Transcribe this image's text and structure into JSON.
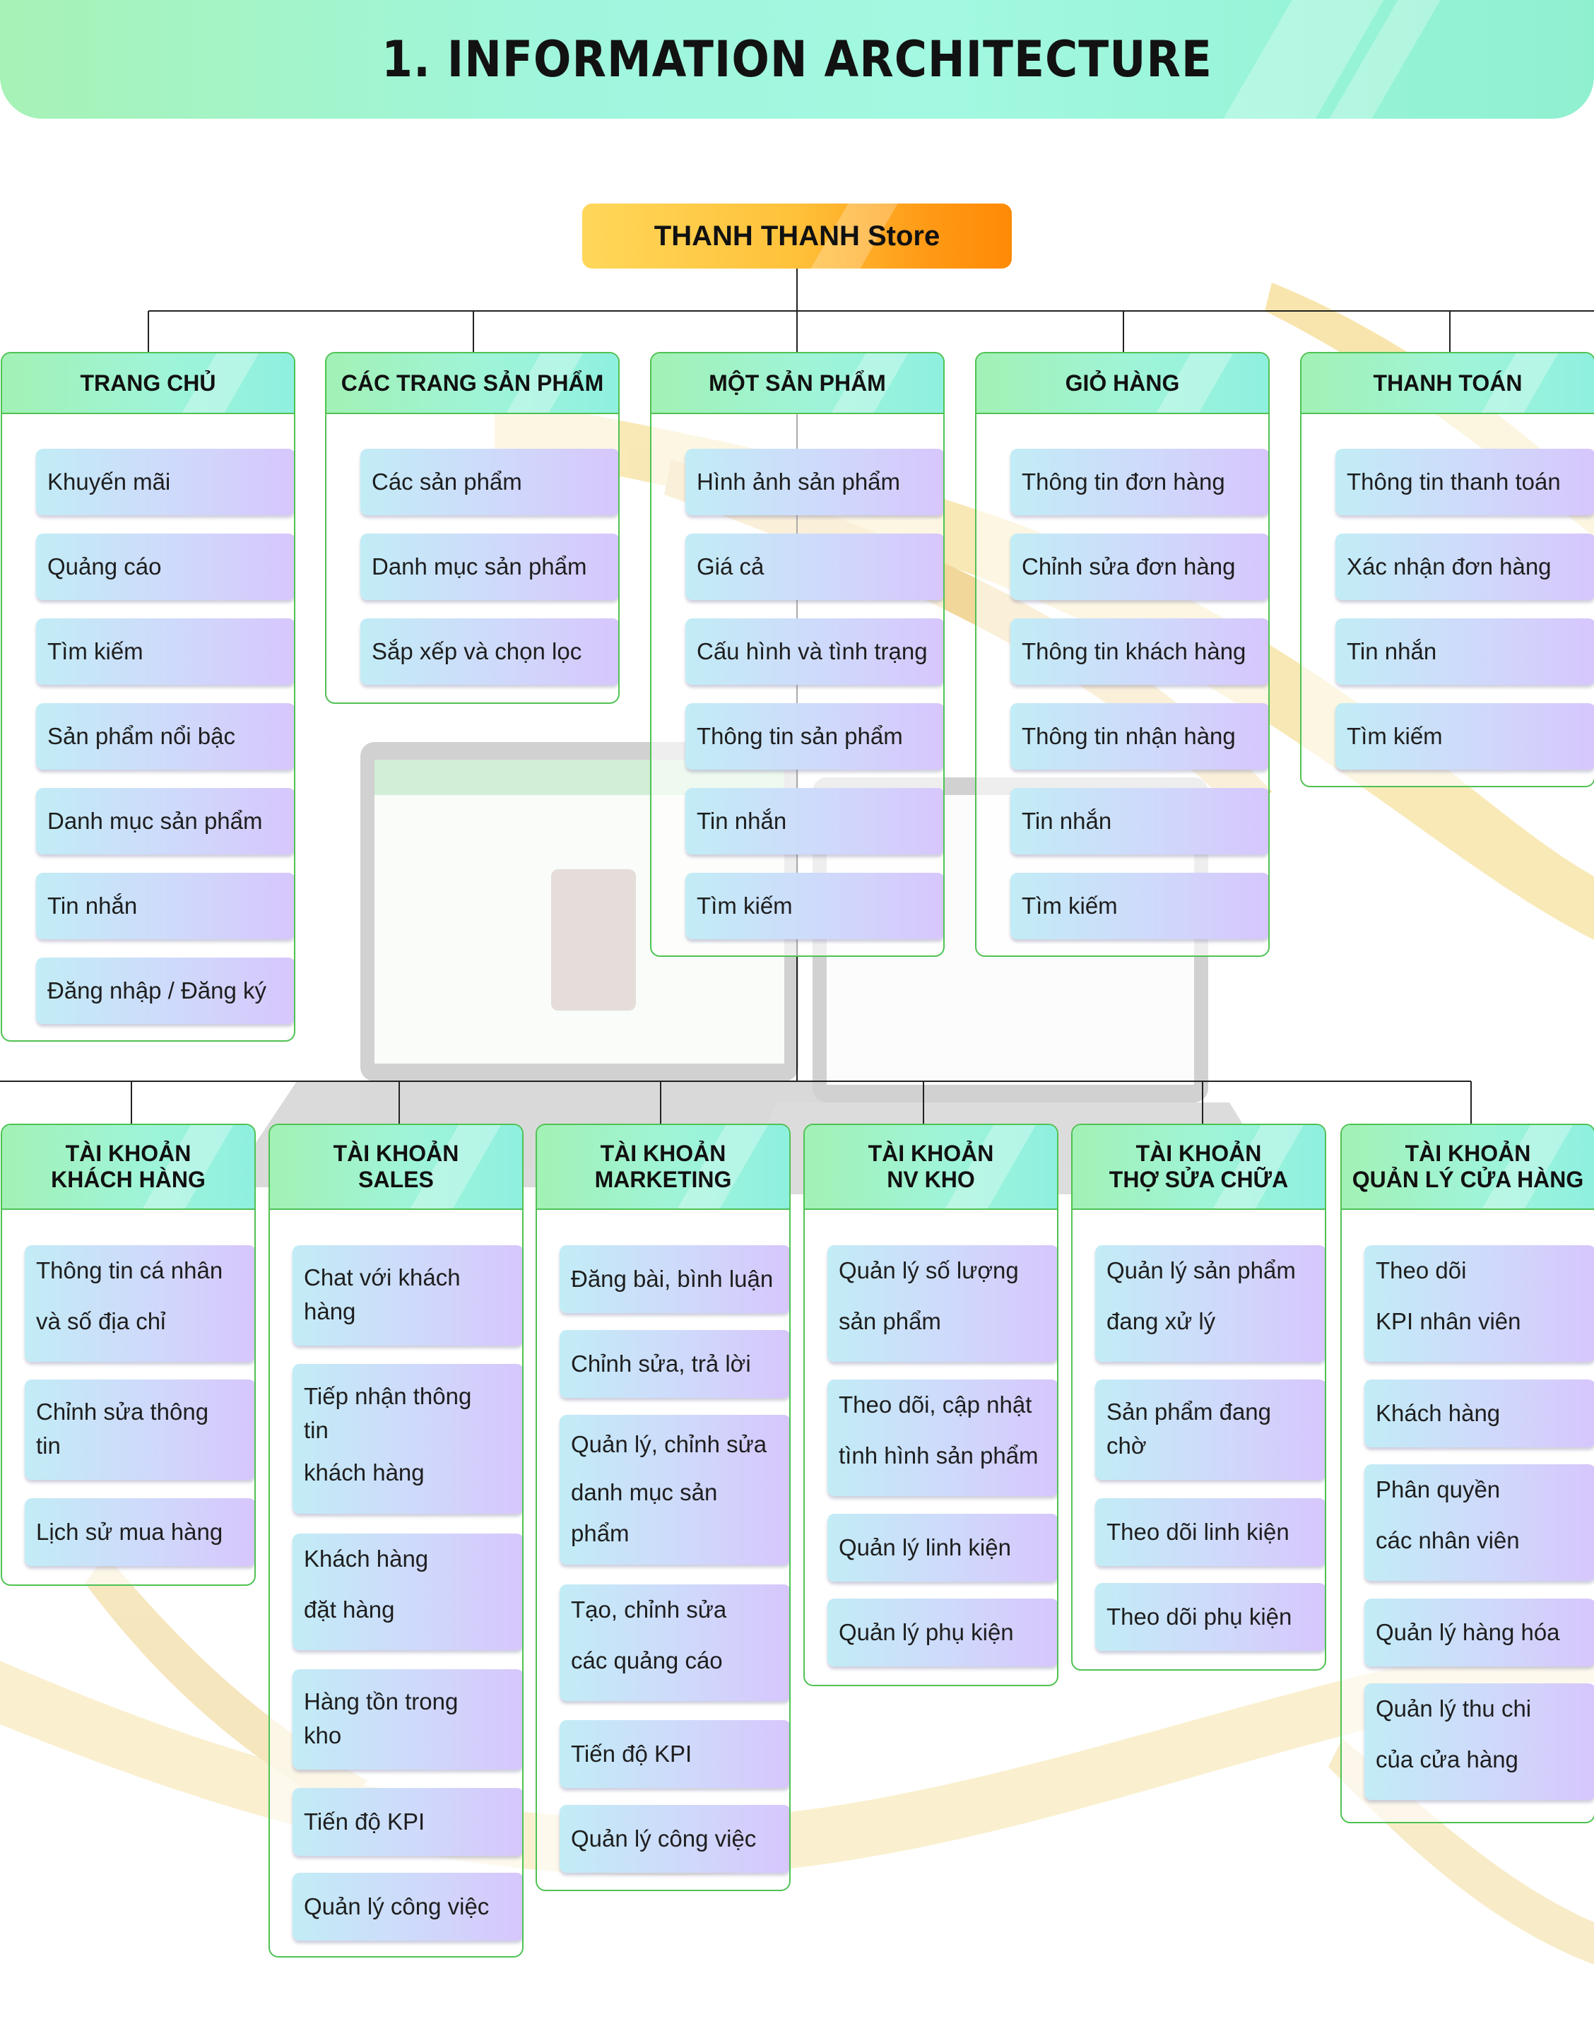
{
  "title": "1. INFORMATION ARCHITECTURE",
  "root": "THANH THANH Store",
  "top_sections": [
    {
      "title": "TRANG CHỦ",
      "items": [
        "Khuyến mãi",
        "Quảng cáo",
        "Tìm kiếm",
        "Sản phẩm nổi bậc",
        "Danh mục sản phẩm",
        "Tin nhắn",
        "Đăng nhập / Đăng ký"
      ]
    },
    {
      "title": "CÁC TRANG SẢN PHẨM",
      "items": [
        "Các sản phẩm",
        "Danh mục sản phẩm",
        "Sắp xếp và chọn lọc"
      ]
    },
    {
      "title": "MỘT SẢN PHẨM",
      "items": [
        "Hình ảnh sản phẩm",
        "Giá cả",
        "Cấu hình và tình trạng",
        "Thông tin sản phẩm",
        "Tin nhắn",
        "Tìm kiếm"
      ]
    },
    {
      "title": "GIỎ HÀNG",
      "items": [
        "Thông tin đơn hàng",
        "Chỉnh sửa đơn hàng",
        "Thông tin khách hàng",
        "Thông tin nhận hàng",
        "Tin nhắn",
        "Tìm kiếm"
      ]
    },
    {
      "title": "THANH TOÁN",
      "items": [
        "Thông tin thanh toán",
        "Xác nhận đơn hàng",
        "Tin nhắn",
        "Tìm kiếm"
      ]
    }
  ],
  "account_sections": [
    {
      "title": [
        "TÀI KHOẢN",
        "KHÁCH HÀNG"
      ],
      "items": [
        [
          "Thông tin cá nhân",
          "và số địa chỉ"
        ],
        [
          "Chỉnh sửa thông",
          "tin"
        ],
        [
          "Lịch sử mua hàng"
        ]
      ]
    },
    {
      "title": [
        "TÀI KHOẢN",
        "SALES"
      ],
      "items": [
        [
          "Chat với khách",
          "hàng"
        ],
        [
          "Tiếp nhận thông",
          "tin",
          "khách hàng"
        ],
        [
          "Khách hàng",
          "đặt hàng"
        ],
        [
          "Hàng tồn trong",
          "kho"
        ],
        [
          "Tiến độ KPI"
        ],
        [
          "Quản lý công việc"
        ]
      ]
    },
    {
      "title": [
        "TÀI KHOẢN",
        "MARKETING"
      ],
      "items": [
        [
          "Đăng bài, bình luận"
        ],
        [
          "Chỉnh sửa, trả lời"
        ],
        [
          "Quản lý, chỉnh sửa",
          "danh mục sản",
          "phẩm"
        ],
        [
          "Tạo, chỉnh sửa",
          "các quảng cáo"
        ],
        [
          "Tiến độ KPI"
        ],
        [
          "Quản lý công việc"
        ]
      ]
    },
    {
      "title": [
        "TÀI KHOẢN",
        "NV KHO"
      ],
      "items": [
        [
          "Quản lý số lượng",
          "sản phẩm"
        ],
        [
          "Theo dõi, cập nhật",
          "tình hình sản phẩm"
        ],
        [
          "Quản lý linh kiện"
        ],
        [
          "Quản lý phụ kiện"
        ]
      ]
    },
    {
      "title": [
        "TÀI KHOẢN",
        "THỢ SỬA CHỮA"
      ],
      "items": [
        [
          "Quản lý sản phẩm",
          "đang xử lý"
        ],
        [
          "Sản phẩm đang",
          "chờ"
        ],
        [
          "Theo dõi linh kiện"
        ],
        [
          "Theo dõi phụ kiện"
        ]
      ]
    },
    {
      "title": [
        "TÀI KHOẢN",
        "QUẢN LÝ CỬA HÀNG"
      ],
      "items": [
        [
          "Theo dõi",
          "KPI nhân viên"
        ],
        [
          "Khách hàng"
        ],
        [
          "Phân quyền",
          "các nhân viên"
        ],
        [
          "Quản lý hàng hóa"
        ],
        [
          "Quản lý thu chi",
          "của cửa hàng"
        ]
      ]
    }
  ]
}
